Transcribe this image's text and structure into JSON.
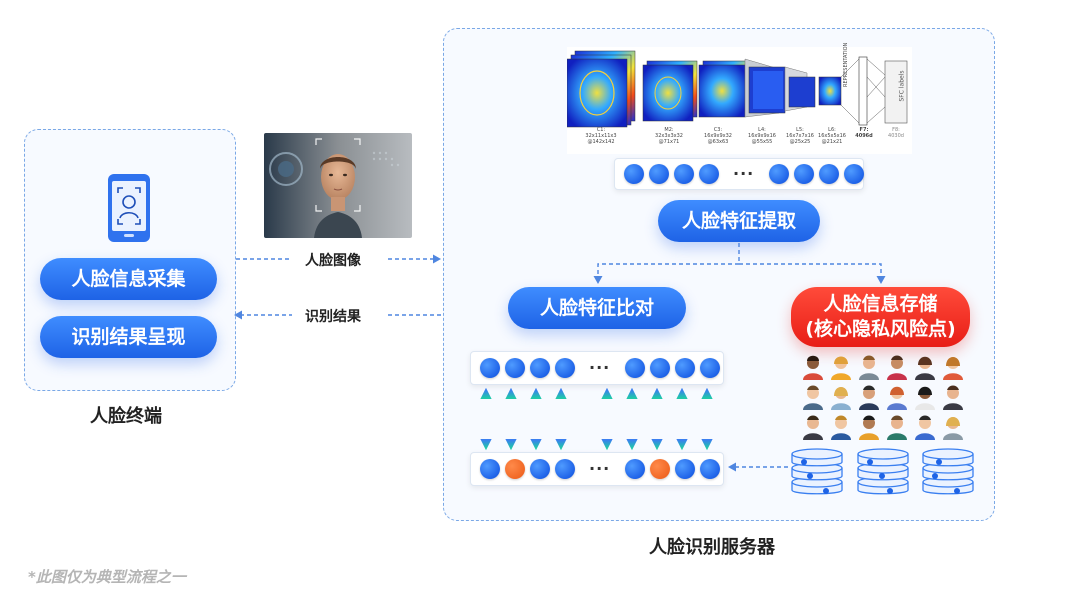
{
  "terminal": {
    "caption": "人脸终端",
    "btn_collect": "人脸信息采集",
    "btn_present": "识别结果呈现"
  },
  "flow": {
    "label_image": "人脸图像",
    "label_result": "识别结果"
  },
  "server": {
    "caption": "人脸识别服务器",
    "extract": "人脸特征提取",
    "compare": "人脸特征比对",
    "storage_line1": "人脸信息存储",
    "storage_line2": "(核心隐私风险点)"
  },
  "cnn": {
    "layers": [
      {
        "name": "C1:",
        "l2": "32x11x11x3",
        "l3": "@142x142"
      },
      {
        "name": "M2:",
        "l2": "32x3x3x32",
        "l3": "@71x71"
      },
      {
        "name": "C3:",
        "l2": "16x9x9x32",
        "l3": "@63x63"
      },
      {
        "name": "L4:",
        "l2": "16x9x9x16",
        "l3": "@55x55"
      },
      {
        "name": "L5:",
        "l2": "16x7x7x16",
        "l3": "@25x25"
      },
      {
        "name": "L6:",
        "l2": "16x5x5x16",
        "l3": "@21x21"
      },
      {
        "name": "F7:",
        "l2": "4096d",
        "l3": ""
      },
      {
        "name": "F8:",
        "l2": "4030d",
        "l3": ""
      }
    ],
    "representation": "REPRESENTATION",
    "sfc": "SFC labels"
  },
  "ellipsis": "···",
  "footnote": "*此图仅为典型流程之一",
  "colors": {
    "accent": "#1e63e6",
    "risk": "#e81d16",
    "arrow_teal": "#1fbfb0",
    "highlight": "#f06522"
  }
}
